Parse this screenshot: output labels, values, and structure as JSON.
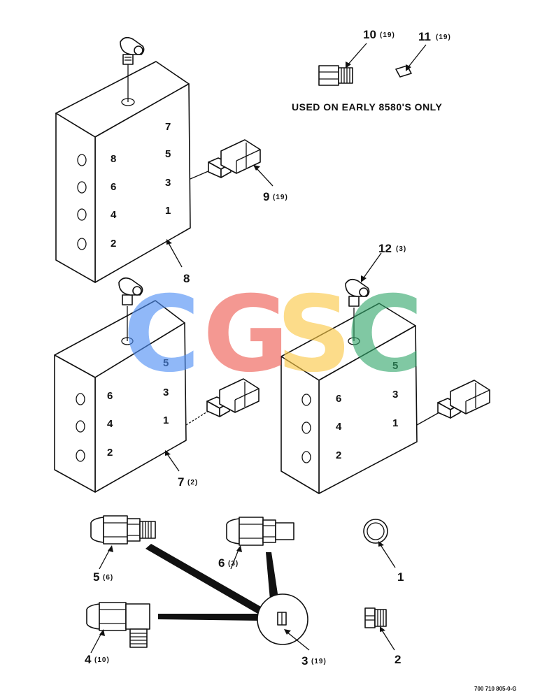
{
  "note": "USED ON EARLY 8580'S ONLY",
  "drawing_number": "700 710 805-0-G",
  "watermark": {
    "letters": [
      "C",
      "G",
      "S",
      "C"
    ],
    "colors": [
      "#4d8ef5",
      "#ee5a50",
      "#fbc843",
      "#33a86c"
    ]
  },
  "callouts": {
    "c1": {
      "num": "1",
      "qty": ""
    },
    "c2": {
      "num": "2",
      "qty": ""
    },
    "c3": {
      "num": "3",
      "qty": "(19)"
    },
    "c4": {
      "num": "4",
      "qty": "(10)"
    },
    "c5": {
      "num": "5",
      "qty": "(6)"
    },
    "c6": {
      "num": "6",
      "qty": "(3)"
    },
    "c7": {
      "num": "7",
      "qty": "(2)"
    },
    "c8": {
      "num": "8",
      "qty": ""
    },
    "c9": {
      "num": "9",
      "qty": "(19)"
    },
    "c10": {
      "num": "10",
      "qty": "(19)"
    },
    "c11": {
      "num": "11",
      "qty": "(19)"
    },
    "c12": {
      "num": "12",
      "qty": "(3)"
    }
  },
  "blocks": {
    "top": {
      "left_ports": [
        "8",
        "6",
        "4",
        "2"
      ],
      "right_ports": [
        "7",
        "5",
        "3",
        "1"
      ]
    },
    "middle": {
      "left_ports": [
        "6",
        "4",
        "2"
      ],
      "right_ports": [
        "5",
        "3",
        "1"
      ]
    },
    "right": {
      "left_ports": [
        "6",
        "4",
        "2"
      ],
      "right_ports": [
        "5",
        "3",
        "1"
      ]
    }
  }
}
